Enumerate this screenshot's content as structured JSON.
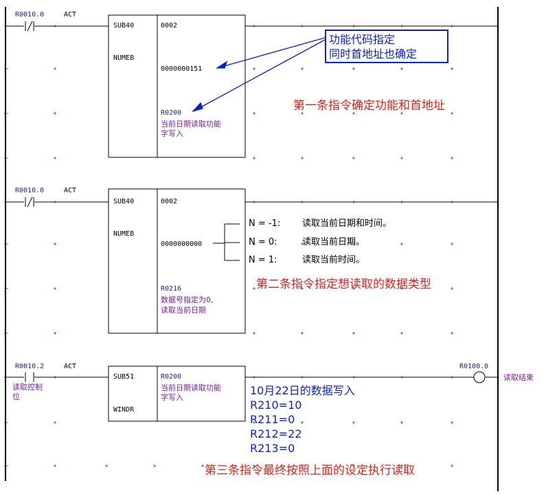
{
  "rungs": [
    {
      "contact": "R0010.0",
      "act": "ACT",
      "func_code": "SUB40",
      "func_name": "NUMEB",
      "param1": "0002",
      "param2": "0000000151",
      "param3_addr": "R0200",
      "param3_note": [
        "当前日期读取功能",
        "字写入"
      ],
      "annotation": "第一条指令确定功能和首地址"
    },
    {
      "contact": "R0010.0",
      "act": "ACT",
      "func_code": "SUB40",
      "func_name": "NUMEB",
      "param1": "0002",
      "param2": "0000000000",
      "param3_addr": "R0216",
      "param3_note": [
        "数据号指定为0,",
        "读取当前日期"
      ],
      "annotation": "第二条指令指定想读取的数据类型",
      "options": [
        {
          "n": "N = -1:",
          "desc": "读取当前日期和时间。"
        },
        {
          "n": "N = 0:",
          "desc": "读取当前日期。"
        },
        {
          "n": "N = 1:",
          "desc": "读取当前时间。"
        }
      ]
    },
    {
      "contact": "R0010.2",
      "contact_note": [
        "读取控制",
        "位"
      ],
      "act": "ACT",
      "func_code": "SUB51",
      "func_name": "WINDR",
      "param1_addr": "R0200",
      "param1_note": [
        "当前日期读取功能",
        "字写入"
      ],
      "coil": "R0100.0",
      "coil_note": "读取结束",
      "annotation": "第三条指令最终按照上面的设定执行读取"
    }
  ],
  "callout": [
    "功能代码指定",
    "同时首地址也确定"
  ],
  "data_write": {
    "title": "10月22日的数据写入",
    "lines": [
      "R210=10",
      "R211=0",
      "R212=22",
      "R213=0"
    ]
  },
  "colors": {
    "line": "#000000",
    "grid_dot": "#2a8a4a",
    "note": "#7a1fa0",
    "red_text": "#e0201a",
    "blue_text": "#0a1fc8"
  }
}
